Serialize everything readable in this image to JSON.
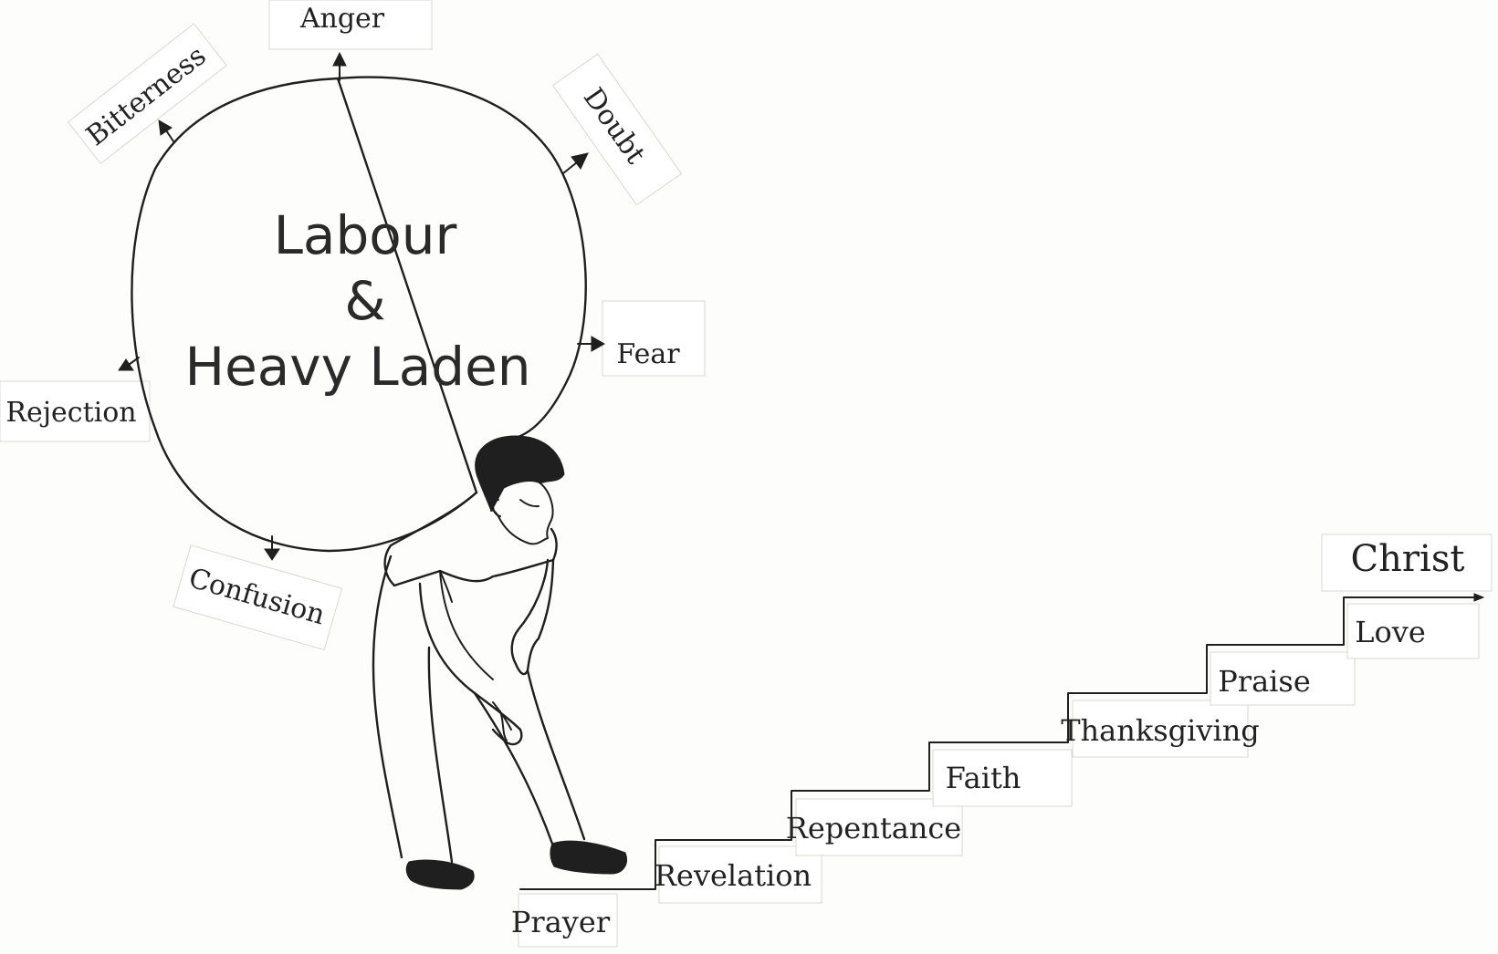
{
  "burden": {
    "line1": "Labour",
    "line2": "&",
    "line3": "Heavy Laden"
  },
  "emotions": [
    "Anger",
    "Bitterness",
    "Doubt",
    "Fear",
    "Rejection",
    "Confusion"
  ],
  "steps": [
    "Prayer",
    "Revelation",
    "Repentance",
    "Faith",
    "Thanksgiving",
    "Praise",
    "Love"
  ],
  "goal": "Christ"
}
